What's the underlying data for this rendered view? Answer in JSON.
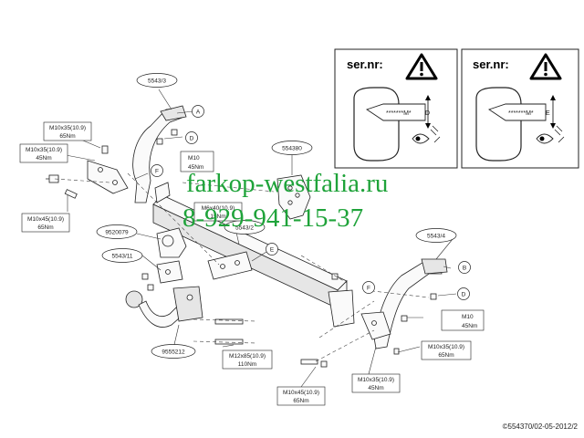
{
  "panels": [
    {
      "title": "ser.nr:",
      "code": "*******M*",
      "letter": "D"
    },
    {
      "title": "ser.nr:",
      "code": "*******M*",
      "letter": "E"
    }
  ],
  "watermark": {
    "site": "farkop-westfalia.ru",
    "phone": "8-929-941-15-37"
  },
  "parts": {
    "p5543_3": "5543/3",
    "p554380": "554380",
    "p9520079": "9520079",
    "p5543_11": "5543/11",
    "p5543_2": "5543/2",
    "p5543_4": "5543/4",
    "p9555212": "9555212"
  },
  "letters": {
    "A": "A",
    "D1": "D",
    "F1": "F",
    "E": "E",
    "B": "B",
    "D2": "D",
    "F2": "F"
  },
  "torques": {
    "t1_bolt": "M10x35(10.9)",
    "t1_nm": "65Nm",
    "t2_bolt": "M10x35(10.9)",
    "t2_nm": "45Nm",
    "t3_bolt": "M10x45(10.9)",
    "t3_nm": "65Nm",
    "t4_bolt": "M10",
    "t4_nm": "45Nm",
    "t5_bolt": "M6x40(10.9)",
    "t5_nm": "15Nm",
    "t6_bolt": "M12x85(10.9)",
    "t6_nm": "110Nm",
    "t7_bolt": "M10x45(10.9)",
    "t7_nm": "65Nm",
    "t8_bolt": "M10x35(10.9)",
    "t8_nm": "45Nm",
    "t9_bolt": "M10x35(10.9)",
    "t9_nm": "65Nm",
    "t10_bolt": "M10",
    "t10_nm": "45Nm"
  },
  "footer": "©554370/02-05-2012/2"
}
